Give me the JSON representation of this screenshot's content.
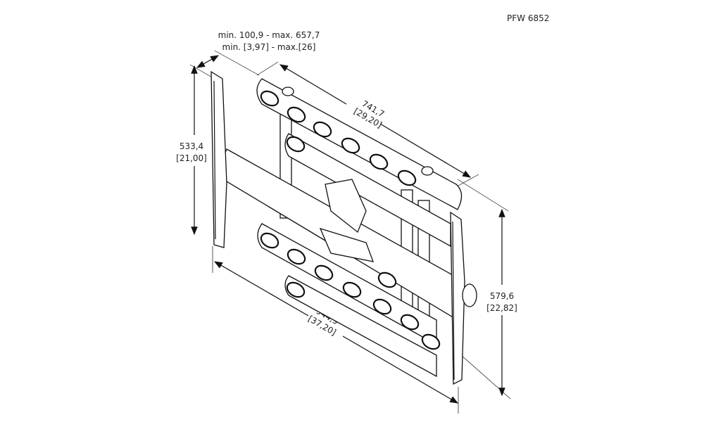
{
  "model": "PFW 6852",
  "dimensions": {
    "depth_mm": "min. 100,9 - max. 657,7",
    "depth_in": "min. [3,97] - max.[26]",
    "arm_width_mm": "741,7",
    "arm_width_in": "[29,20]",
    "rail_height_mm": "533,4",
    "rail_height_in": "[21,00]",
    "overall_width_mm": "944,9",
    "overall_width_in": "[37,20]",
    "overall_height_mm": "579,6",
    "overall_height_in": "[22,82]"
  }
}
